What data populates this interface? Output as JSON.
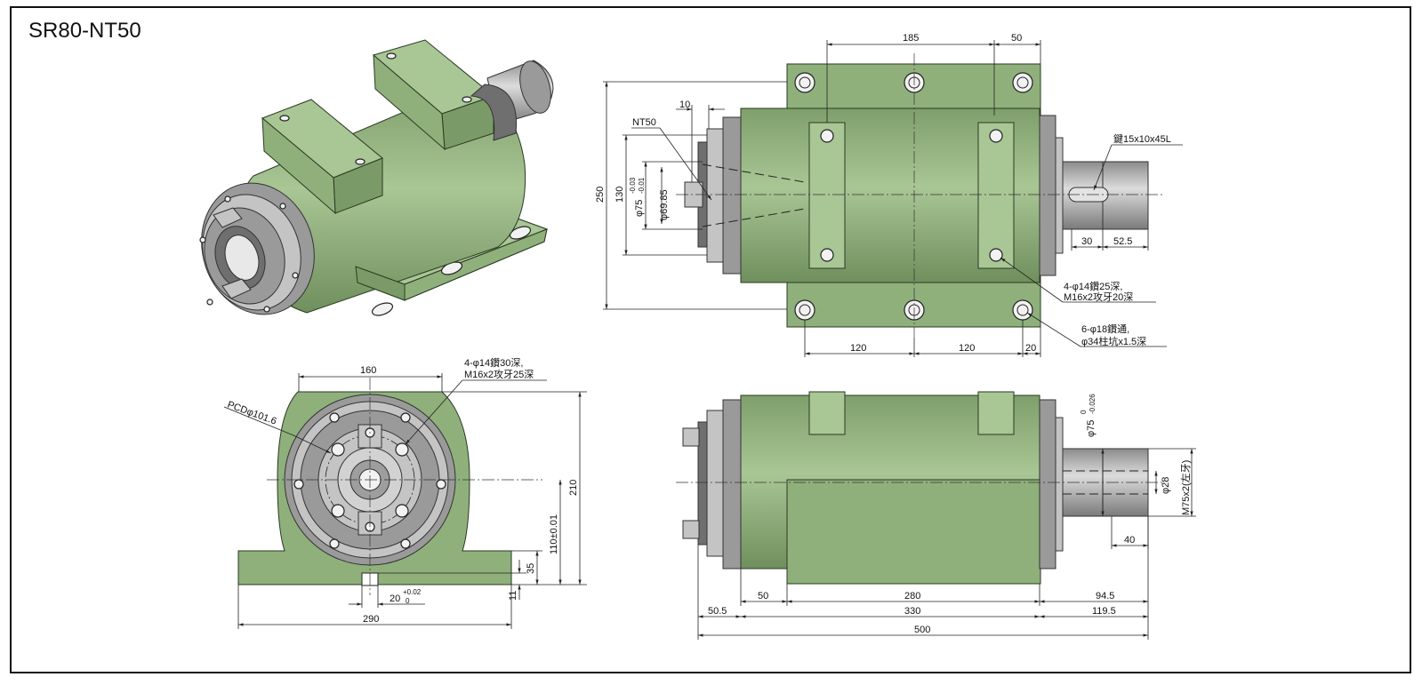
{
  "title": "SR80-NT50",
  "top_view": {
    "dims": {
      "d185": "185",
      "d50_top": "50",
      "d10": "10",
      "d250": "250",
      "d130": "130",
      "d75": "φ75",
      "d75_tol_upper": "-0.03",
      "d75_tol_lower": "-0.01",
      "d6985": "φ69.85",
      "d30": "30",
      "d525": "52.5",
      "d120a": "120",
      "d120b": "120",
      "d20": "20"
    },
    "labels": {
      "nt50": "NT50",
      "key": "鍵15x10x45L",
      "holes4_line1": "4-φ14鑽25深,",
      "holes4_line2": "M16x2攻牙20深",
      "holes6_line1": "6-φ18鑽通,",
      "holes6_line2": "φ34柱坑x1.5深"
    }
  },
  "front_view": {
    "dims": {
      "d160": "160",
      "d210": "210",
      "d110": "110±0.01",
      "d35": "35",
      "d11": "11",
      "d20": "20",
      "d20_tol_upper": "+0.02",
      "d20_tol_lower": "0",
      "d290": "290"
    },
    "labels": {
      "pcd": "PCDφ101.6",
      "holes_line1": "4-φ14鑽30深,",
      "holes_line2": "M16x2攻牙25深"
    }
  },
  "side_view": {
    "dims": {
      "d75": "φ75",
      "d75_tol_upper": "0",
      "d75_tol_lower": "-0.026",
      "d28": "φ28",
      "m75": "M75x2(左牙)",
      "d40": "40",
      "d50": "50",
      "d280": "280",
      "d945": "94.5",
      "d505": "50.5",
      "d330": "330",
      "d1195": "119.5",
      "d500": "500"
    }
  }
}
